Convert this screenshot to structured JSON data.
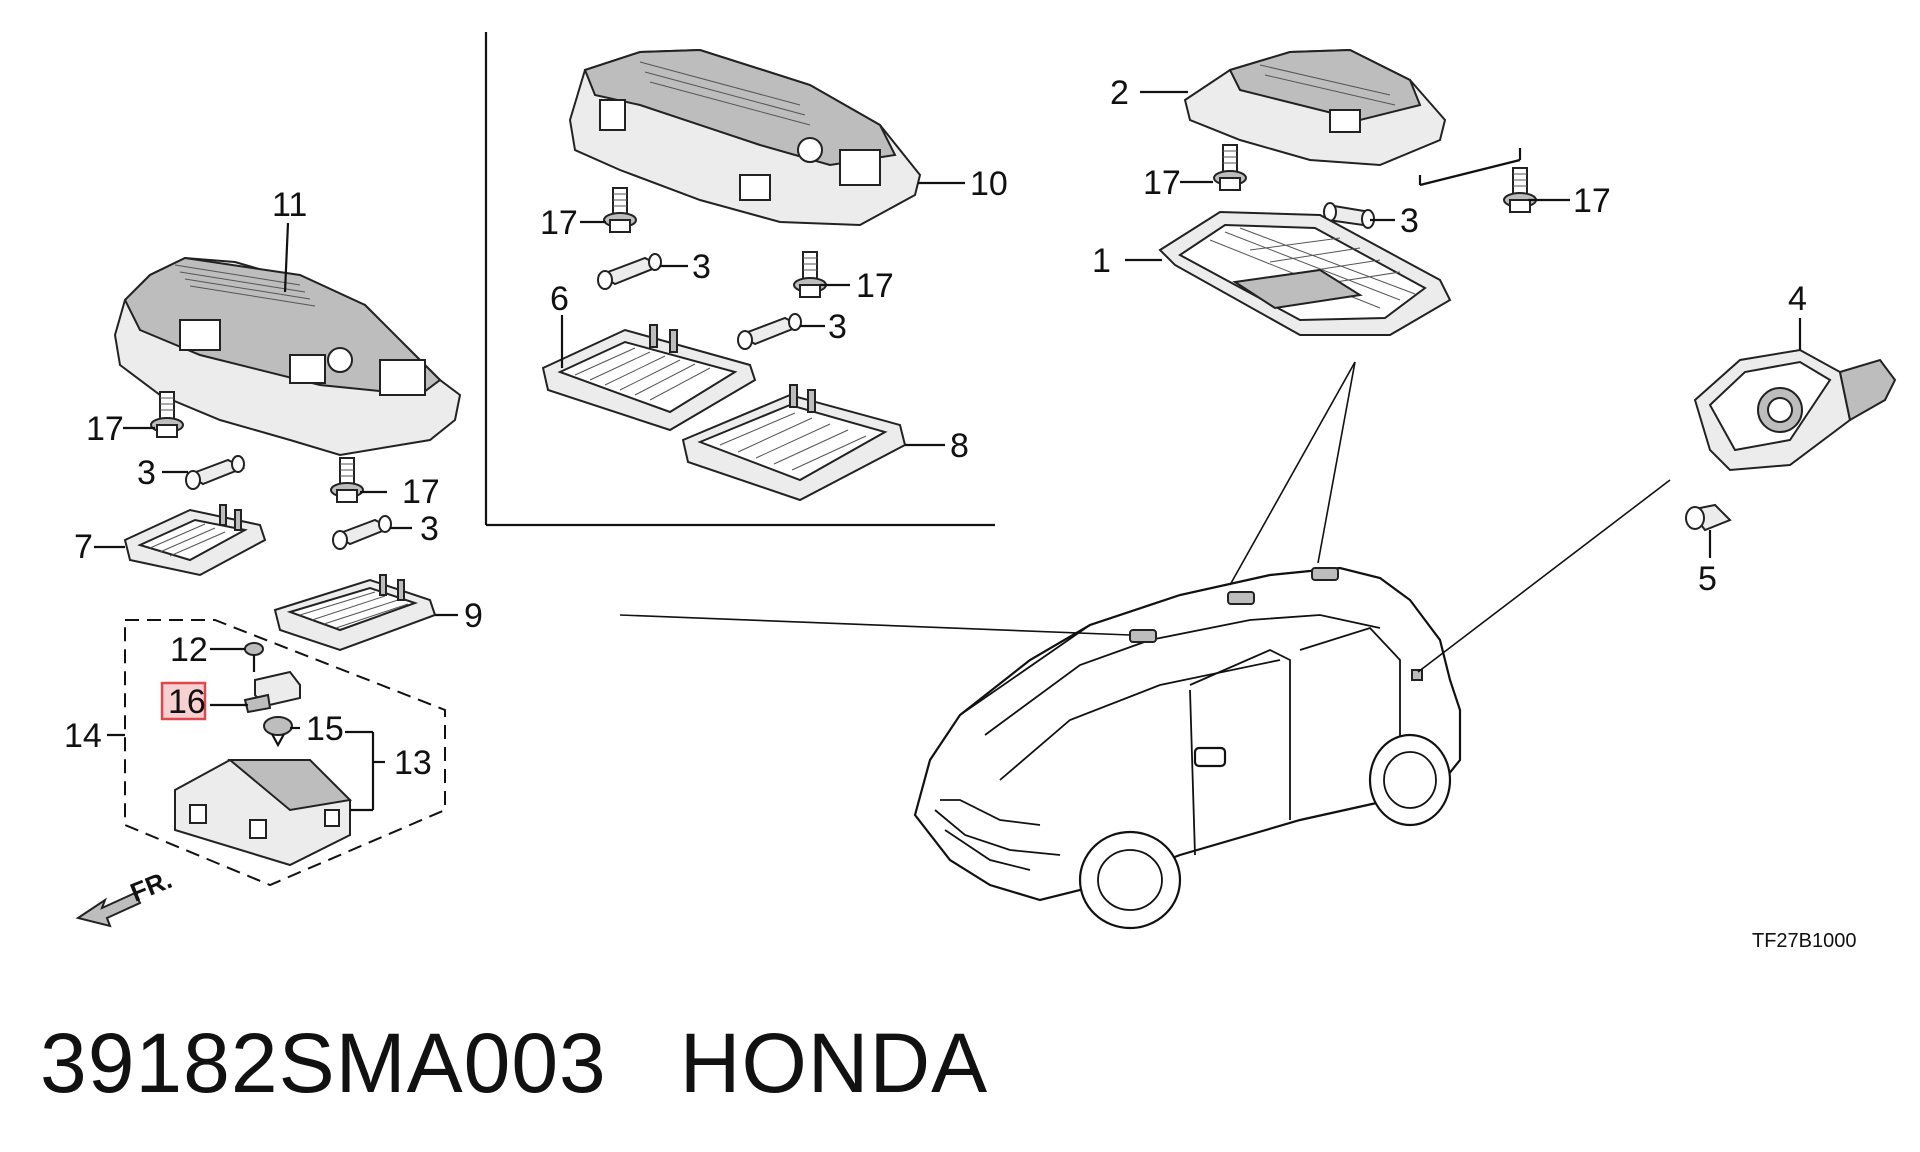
{
  "diagram": {
    "callouts": {
      "c1": "1",
      "c2": "2",
      "c3a": "3",
      "c3b": "3",
      "c3c": "3",
      "c3d": "3",
      "c3e": "3",
      "c4": "4",
      "c5": "5",
      "c6": "6",
      "c7": "7",
      "c8": "8",
      "c9": "9",
      "c10": "10",
      "c11": "11",
      "c12": "12",
      "c13": "13",
      "c14": "14",
      "c15": "15",
      "c16": "16",
      "c17a": "17",
      "c17b": "17",
      "c17c": "17",
      "c17d": "17",
      "c17e": "17",
      "c17f": "17"
    },
    "diagram_code": "TF27B1000",
    "front_label": "FR.",
    "highlighted_part": "16"
  },
  "footer": {
    "part_number": "39182SMA003",
    "brand": "HONDA"
  },
  "colors": {
    "line": "#111111",
    "highlight_fill": "#f7d1d2",
    "highlight_stroke": "#e0474c",
    "part_fill": "#ececec"
  }
}
